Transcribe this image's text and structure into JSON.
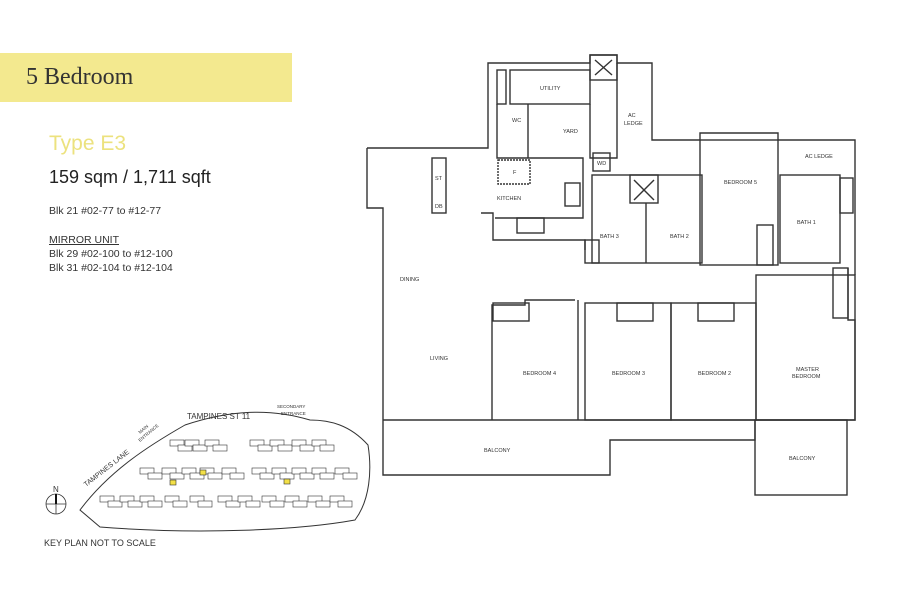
{
  "header": {
    "title": "5 Bedroom"
  },
  "unit": {
    "type": "Type E3",
    "area": "159 sqm / 1,711 sqft",
    "units": "Blk 21  #02-77   to #12-77"
  },
  "mirror": {
    "heading": "MIRROR UNIT",
    "lines": [
      "Blk 29  #02-100 to #12-100",
      "Blk 31  #02-104 to #12-104"
    ]
  },
  "rooms": {
    "utility": "UTILITY",
    "wc": "WC",
    "yard": "YARD",
    "ac_ledge_1a": "AC",
    "ac_ledge_1b": "LEDGE",
    "wd": "WD",
    "fridge": "F",
    "kitchen": "KITCHEN",
    "st": "ST",
    "db": "DB",
    "dining": "DINING",
    "living": "LIVING",
    "bath3": "BATH 3",
    "bath2": "BATH 2",
    "bedroom5": "BEDROOM 5",
    "ac_ledge_2": "AC LEDGE",
    "bath1": "BATH 1",
    "bedroom4": "BEDROOM 4",
    "bedroom3": "BEDROOM 3",
    "bedroom2": "BEDROOM 2",
    "master1": "MASTER",
    "master2": "BEDROOM",
    "balcony1": "BALCONY",
    "balcony2": "BALCONY"
  },
  "keyplan": {
    "street_top": "TAMPINES ST 11",
    "street_left": "TAMPINES LANE",
    "main_entrance_1": "MAIN",
    "main_entrance_2": "ENTRANCE",
    "secondary_entrance_1": "SECONDARY",
    "secondary_entrance_2": "ENTRANCE",
    "north": "N",
    "note": "KEY PLAN NOT TO SCALE",
    "highlight_color": "#f3e047"
  },
  "colors": {
    "banner": "#f3e98f",
    "type": "#ece27e"
  }
}
